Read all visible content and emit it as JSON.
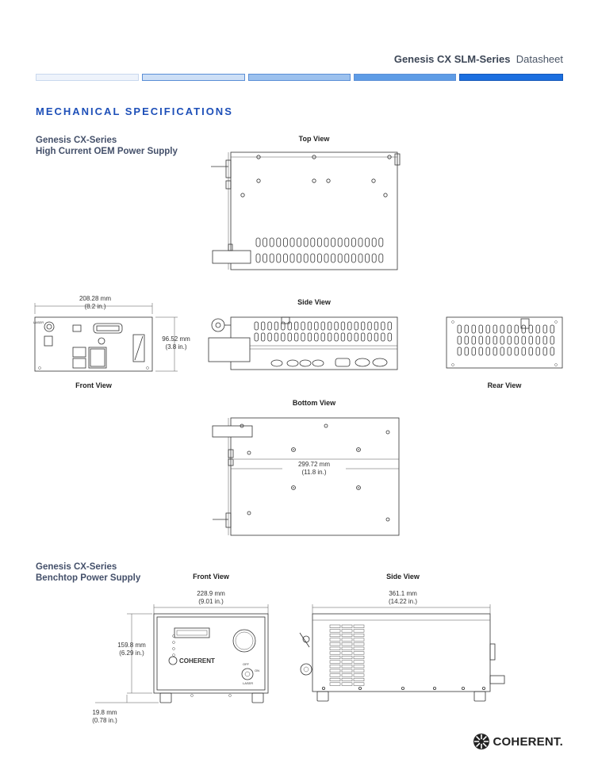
{
  "header": {
    "product": "Genesis CX SLM-Series",
    "doc_type": "Datasheet",
    "bar_colors": [
      "#eef3fb",
      "#cddff6",
      "#9cc1ee",
      "#5e9ce6",
      "#1b6fe0"
    ]
  },
  "section_title": "MECHANICAL SPECIFICATIONS",
  "oem": {
    "title_line1": "Genesis CX-Series",
    "title_line2": "High Current OEM Power Supply",
    "top_view": "Top View",
    "side_view": "Side View",
    "front_view": "Front View",
    "rear_view": "Rear View",
    "bottom_view": "Bottom View",
    "width_mm": "208.28 mm",
    "width_in": "(8.2 in.)",
    "height_mm": "96.52 mm",
    "height_in": "(3.8 in.)",
    "length_mm": "299.72 mm",
    "length_in": "(11.8 in.)",
    "panel_label_laser": "LASER"
  },
  "benchtop": {
    "title_line1": "Genesis CX-Series",
    "title_line2": "Benchtop Power Supply",
    "front_view": "Front View",
    "side_view": "Side View",
    "width_mm": "228.9 mm",
    "width_in": "(9.01 in.)",
    "length_mm": "361.1 mm",
    "length_in": "(14.22 in.)",
    "height_mm": "159.8 mm",
    "height_in": "(6.29 in.)",
    "foot_mm": "19.8 mm",
    "foot_in": "(0.78 in.)",
    "panel_logo": "COHERENT",
    "panel_off": "OFF",
    "panel_on": "ON",
    "panel_laser": "LASER"
  },
  "footer": {
    "logo_text": "COHERENT."
  }
}
